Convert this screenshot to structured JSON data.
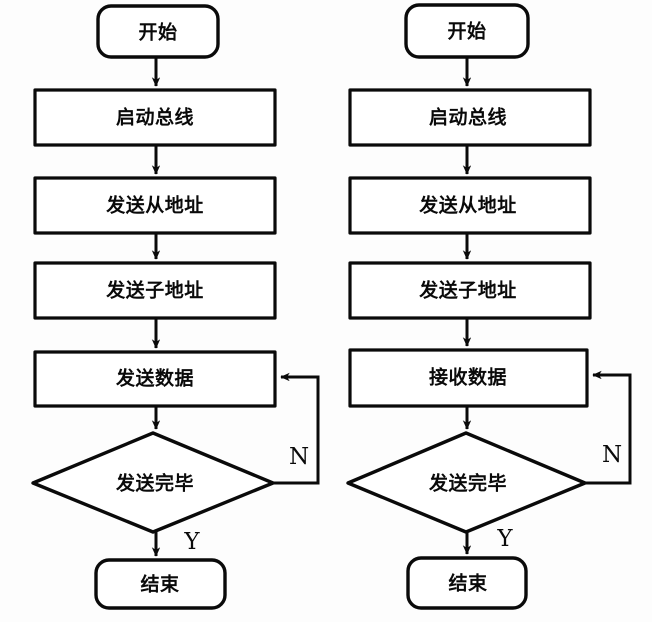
{
  "diagram": {
    "type": "flowchart",
    "orientation": "two-parallel-columns",
    "background_color": "#fdfdfd",
    "line_color": "#0a0a0a",
    "fill_color": "#ffffff",
    "charts": [
      {
        "id": "left",
        "nodes": [
          {
            "id": "l-start",
            "shape": "terminator",
            "label": "开始"
          },
          {
            "id": "l-step1",
            "shape": "process",
            "label": "启动总线"
          },
          {
            "id": "l-step2",
            "shape": "process",
            "label": "发送从地址"
          },
          {
            "id": "l-step3",
            "shape": "process",
            "label": "发送子地址"
          },
          {
            "id": "l-step4",
            "shape": "process",
            "label": "发送数据"
          },
          {
            "id": "l-decide",
            "shape": "decision",
            "label": "发送完毕"
          },
          {
            "id": "l-end",
            "shape": "terminator",
            "label": "结束"
          }
        ],
        "edges": [
          {
            "from": "l-start",
            "to": "l-step1",
            "label": ""
          },
          {
            "from": "l-step1",
            "to": "l-step2",
            "label": ""
          },
          {
            "from": "l-step2",
            "to": "l-step3",
            "label": ""
          },
          {
            "from": "l-step3",
            "to": "l-step4",
            "label": ""
          },
          {
            "from": "l-step4",
            "to": "l-decide",
            "label": ""
          },
          {
            "from": "l-decide",
            "to": "l-end",
            "label": "Y"
          },
          {
            "from": "l-decide",
            "to": "l-step4",
            "label": "N"
          }
        ],
        "branch_labels": {
          "no": "N",
          "yes": "Y"
        }
      },
      {
        "id": "right",
        "nodes": [
          {
            "id": "r-start",
            "shape": "terminator",
            "label": "开始"
          },
          {
            "id": "r-step1",
            "shape": "process",
            "label": "启动总线"
          },
          {
            "id": "r-step2",
            "shape": "process",
            "label": "发送从地址"
          },
          {
            "id": "r-step3",
            "shape": "process",
            "label": "发送子地址"
          },
          {
            "id": "r-step4",
            "shape": "process",
            "label": "接收数据"
          },
          {
            "id": "r-decide",
            "shape": "decision",
            "label": "发送完毕"
          },
          {
            "id": "r-end",
            "shape": "terminator",
            "label": "结束"
          }
        ],
        "edges": [
          {
            "from": "r-start",
            "to": "r-step1",
            "label": ""
          },
          {
            "from": "r-step1",
            "to": "r-step2",
            "label": ""
          },
          {
            "from": "r-step2",
            "to": "r-step3",
            "label": ""
          },
          {
            "from": "r-step3",
            "to": "r-step4",
            "label": ""
          },
          {
            "from": "r-step4",
            "to": "r-decide",
            "label": ""
          },
          {
            "from": "r-decide",
            "to": "r-end",
            "label": "Y"
          },
          {
            "from": "r-decide",
            "to": "r-step4",
            "label": "N"
          }
        ],
        "branch_labels": {
          "no": "N",
          "yes": "Y"
        }
      }
    ]
  }
}
